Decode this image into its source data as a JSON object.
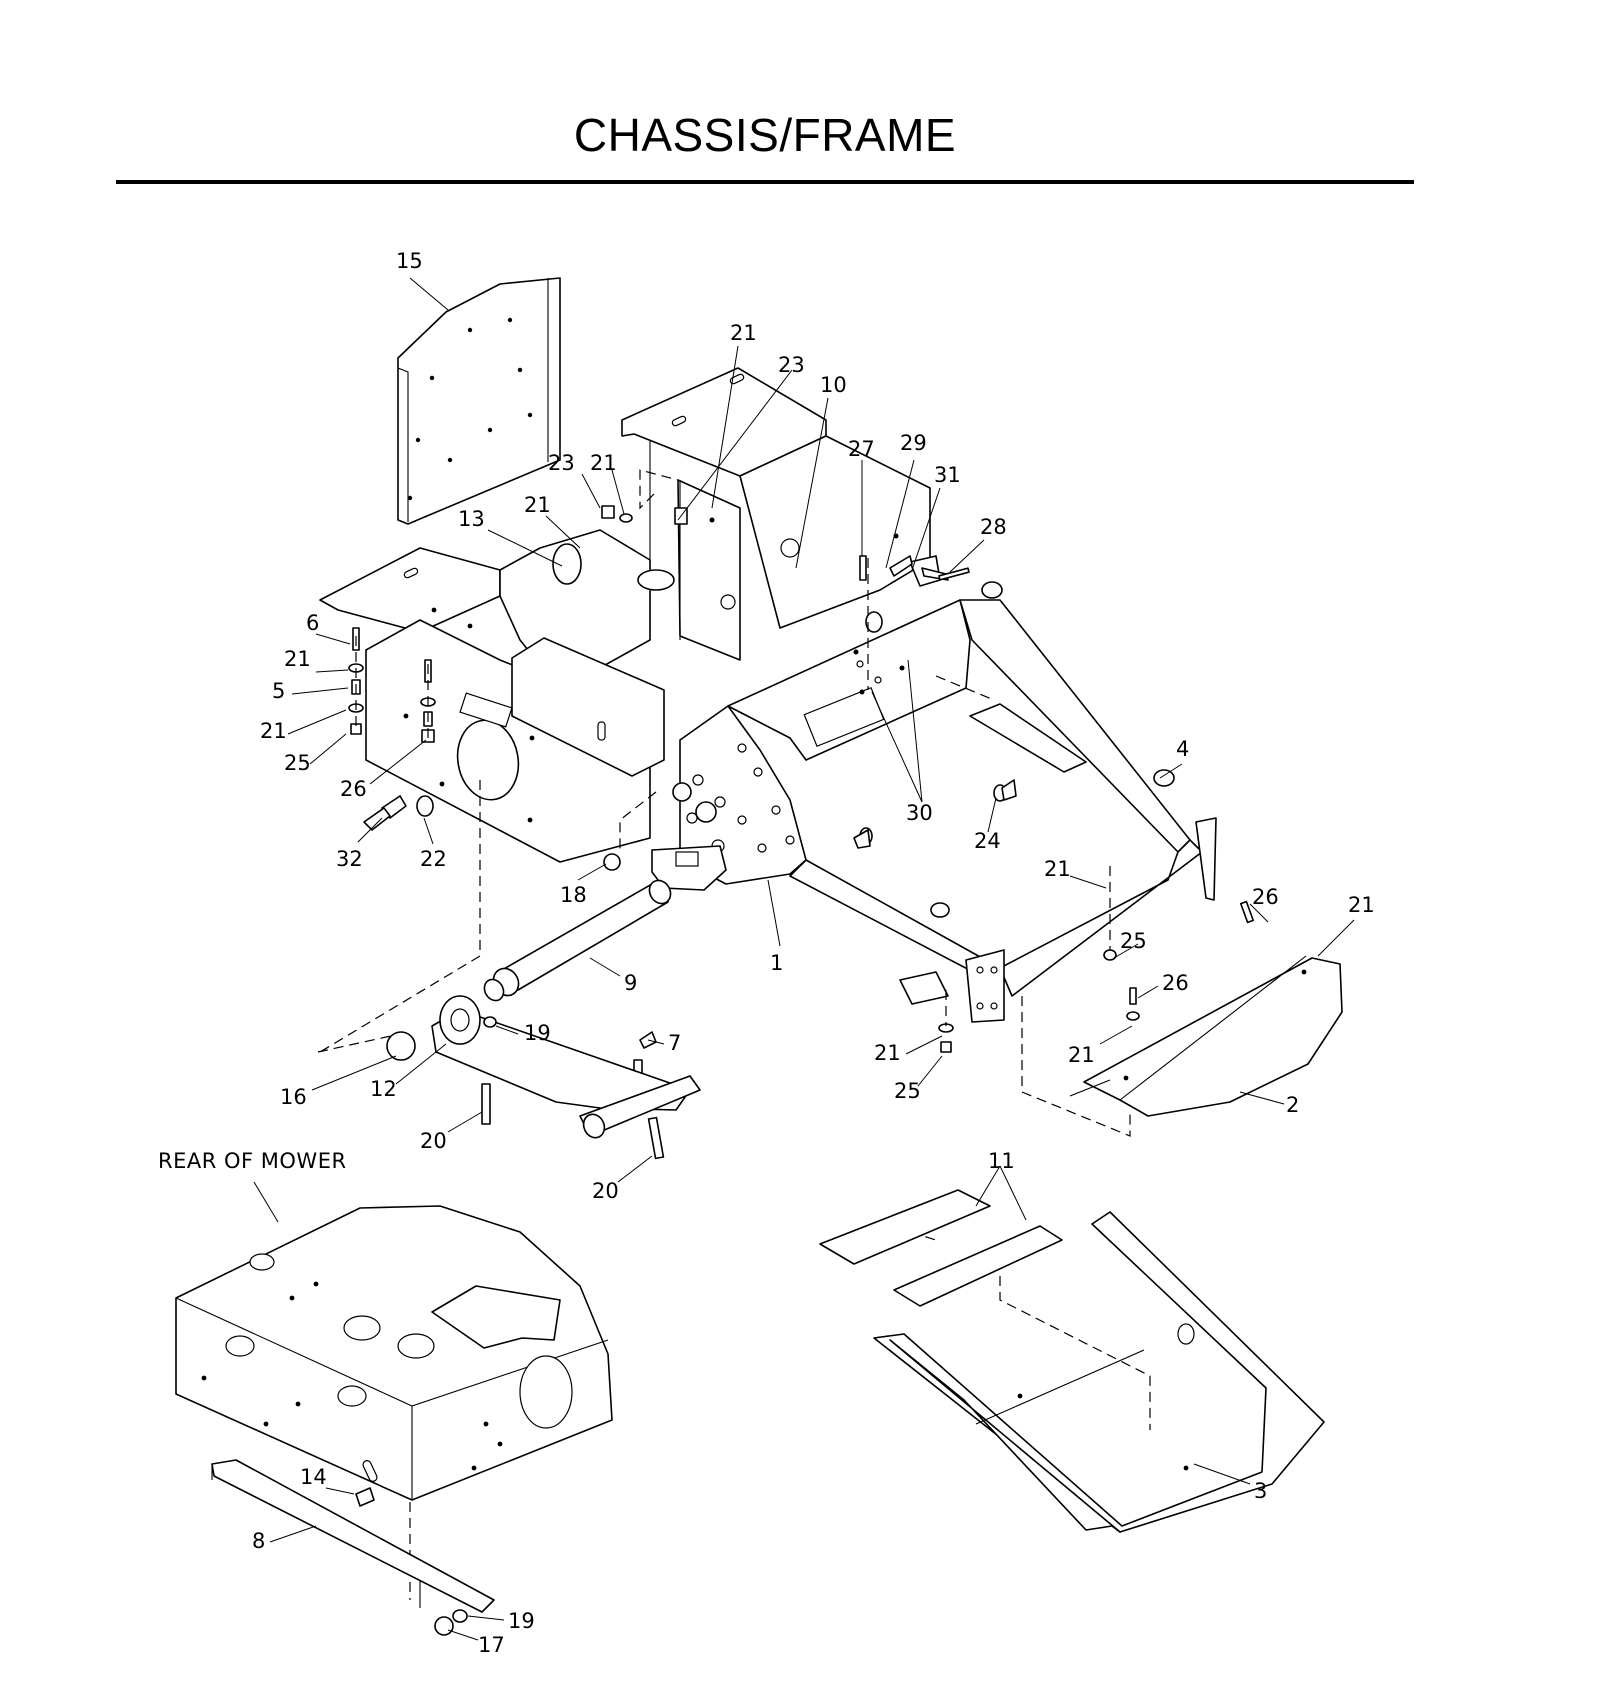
{
  "title": "CHASSIS/FRAME",
  "note": "REAR OF MOWER",
  "callouts": [
    "15",
    "21",
    "23",
    "10",
    "23",
    "21",
    "27",
    "29",
    "31",
    "21",
    "13",
    "28",
    "6",
    "21",
    "5",
    "21",
    "25",
    "26",
    "4",
    "30",
    "24",
    "32",
    "22",
    "18",
    "21",
    "26",
    "21",
    "9",
    "1",
    "25",
    "19",
    "7",
    "26",
    "21",
    "21",
    "16",
    "12",
    "25",
    "2",
    "20",
    "20",
    "11",
    "14",
    "3",
    "8",
    "19",
    "17"
  ]
}
